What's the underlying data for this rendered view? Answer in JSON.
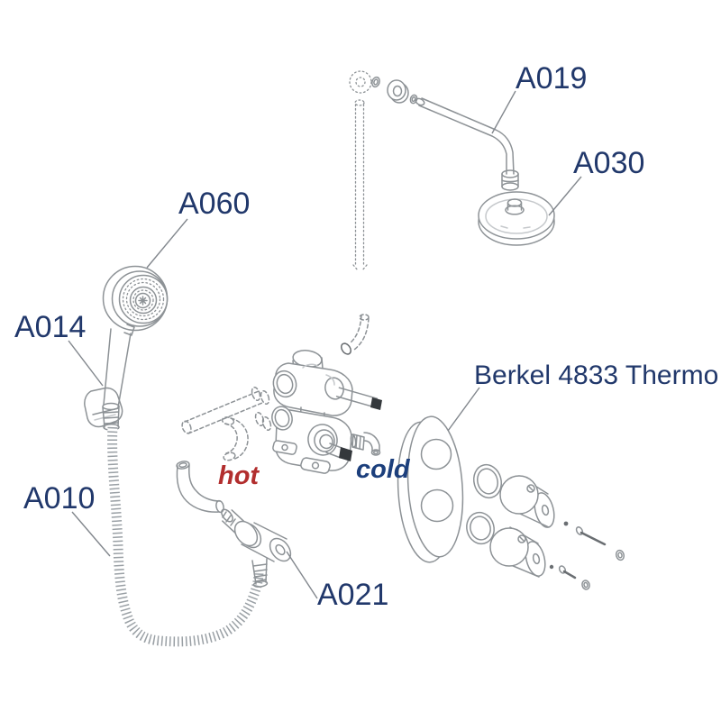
{
  "diagram": {
    "model_label": "Berkel 4833 Thermo",
    "labels": {
      "a019": "A019",
      "a030": "A030",
      "a060": "A060",
      "a014": "A014",
      "a010": "A010",
      "a021": "A021",
      "hot": "hot",
      "cold": "cold"
    },
    "parts": [
      {
        "id": "A019",
        "name": "shower-arm"
      },
      {
        "id": "A030",
        "name": "overhead-shower-head"
      },
      {
        "id": "A060",
        "name": "hand-shower"
      },
      {
        "id": "A014",
        "name": "shower-holder-bracket"
      },
      {
        "id": "A010",
        "name": "shower-hose"
      },
      {
        "id": "A021",
        "name": "wall-outlet-elbow"
      },
      {
        "id": "Berkel 4833 Thermo",
        "name": "thermostatic-trim-set"
      }
    ],
    "colors": {
      "label": "#21386b",
      "hot": "#b22e2e",
      "cold": "#1c3f7c",
      "line": "#8d9296",
      "line_dark": "#6a6e72",
      "tip": "#34383c",
      "background": "#ffffff"
    }
  }
}
